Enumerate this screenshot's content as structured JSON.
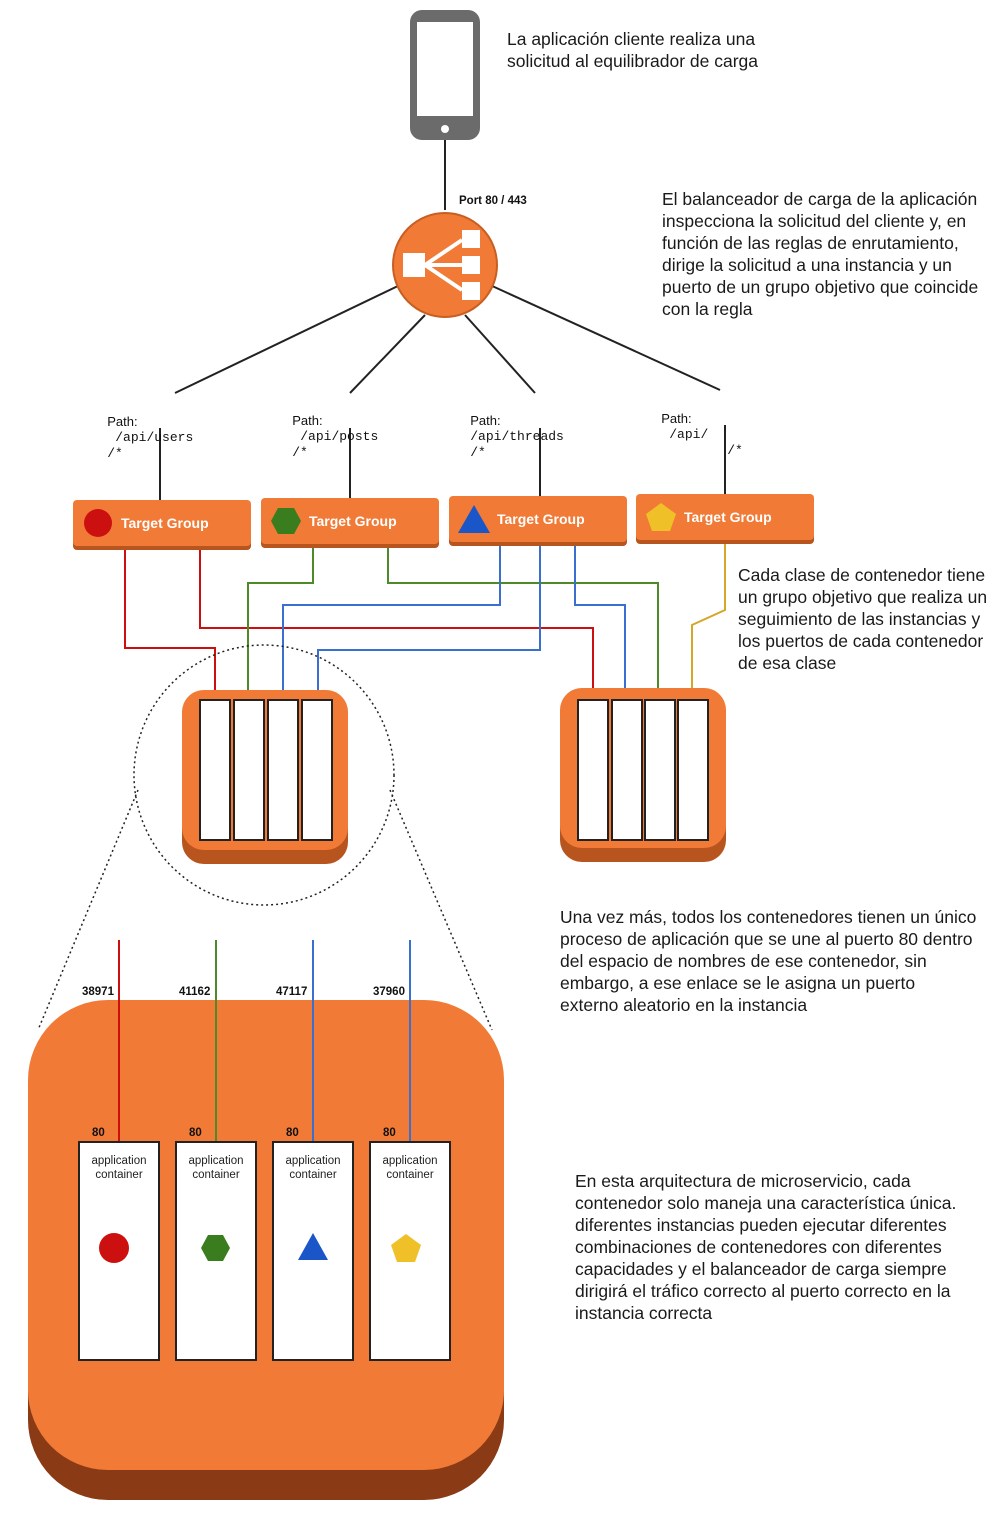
{
  "notes": {
    "client": "La aplicación cliente realiza una solicitud al equilibrador de carga",
    "load_balancer": "El balanceador de carga de la aplicación inspecciona la solicitud del cliente y, en función de las reglas de enrutamiento, dirige la solicitud a una instancia y un puerto de un grupo objetivo que coincide con la regla",
    "target_groups": "Cada clase de contenedor tiene un grupo objetivo que realiza un seguimiento de las instancias y los puertos de cada contenedor de esa clase",
    "ports": "Una vez más, todos los contenedores tienen un único proceso de aplicación que se une al puerto 80 dentro del espacio de nombres de ese contenedor, sin embargo, a ese enlace se le asigna un puerto externo aleatorio en la instancia",
    "microservices": "En esta arquitectura de microservicio, cada contenedor solo maneja una característica única. diferentes instancias pueden ejecutar diferentes combinaciones de contenedores con diferentes capacidades y el balanceador de carga siempre dirigirá el tráfico correcto al puerto correcto en la instancia correcta"
  },
  "load_balancer": {
    "port_label": "Port 80 / 443",
    "icon": "load-balancer-icon"
  },
  "client_icon": "mobile-phone-icon",
  "paths": [
    {
      "prefix": "Path:",
      "route": "/api/users",
      "suffix": "/*"
    },
    {
      "prefix": "Path:",
      "route": "/api/posts",
      "suffix": "/*"
    },
    {
      "prefix": "Path:",
      "route": "/api/threads",
      "suffix": "/*"
    },
    {
      "prefix": "Path:",
      "route": "/api/",
      "suffix": "/*"
    }
  ],
  "target_groups": [
    {
      "label": "Target Group",
      "shape": "circle",
      "color": "#cc1010"
    },
    {
      "label": "Target Group",
      "shape": "hexagon",
      "color": "#3a7d1e"
    },
    {
      "label": "Target Group",
      "shape": "triangle",
      "color": "#1a56c8"
    },
    {
      "label": "Target Group",
      "shape": "pentagon",
      "color": "#f0c028"
    }
  ],
  "colors": {
    "orange": "#f07a36",
    "orange_dark": "#b8541e",
    "red": "#cc1010",
    "green": "#4f8a2a",
    "blue": "#3a6fd0",
    "yellow": "#d4a62a"
  },
  "containers": [
    {
      "external_port": "38971",
      "internal_port": "80",
      "label": "application container",
      "shape": "circle",
      "color": "#cc1010"
    },
    {
      "external_port": "41162",
      "internal_port": "80",
      "label": "application container",
      "shape": "hexagon",
      "color": "#3a7d1e"
    },
    {
      "external_port": "47117",
      "internal_port": "80",
      "label": "application container",
      "shape": "triangle",
      "color": "#1a56c8"
    },
    {
      "external_port": "37960",
      "internal_port": "80",
      "label": "application container",
      "shape": "pentagon",
      "color": "#f0c028"
    }
  ]
}
